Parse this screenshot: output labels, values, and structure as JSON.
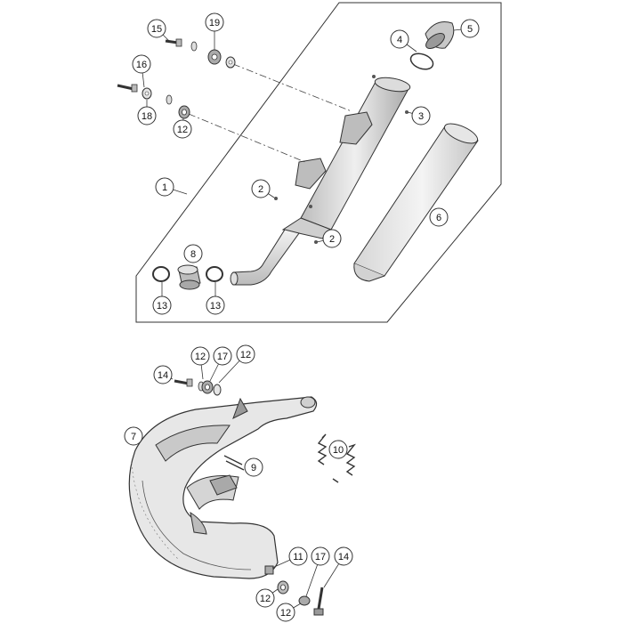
{
  "callouts": [
    {
      "id": "c1",
      "label": "1"
    },
    {
      "id": "c2a",
      "label": "2"
    },
    {
      "id": "c2b",
      "label": "2"
    },
    {
      "id": "c3",
      "label": "3"
    },
    {
      "id": "c4",
      "label": "4"
    },
    {
      "id": "c5",
      "label": "5"
    },
    {
      "id": "c6",
      "label": "6"
    },
    {
      "id": "c7",
      "label": "7"
    },
    {
      "id": "c8",
      "label": "8"
    },
    {
      "id": "c9",
      "label": "9"
    },
    {
      "id": "c10",
      "label": "10"
    },
    {
      "id": "c11",
      "label": "11"
    },
    {
      "id": "c12a",
      "label": "12"
    },
    {
      "id": "c12b",
      "label": "12"
    },
    {
      "id": "c12c",
      "label": "12"
    },
    {
      "id": "c12d",
      "label": "12"
    },
    {
      "id": "c12e",
      "label": "12"
    },
    {
      "id": "c13a",
      "label": "13"
    },
    {
      "id": "c13b",
      "label": "13"
    },
    {
      "id": "c14a",
      "label": "14"
    },
    {
      "id": "c14b",
      "label": "14"
    },
    {
      "id": "c15",
      "label": "15"
    },
    {
      "id": "c16",
      "label": "16"
    },
    {
      "id": "c17a",
      "label": "17"
    },
    {
      "id": "c17b",
      "label": "17"
    },
    {
      "id": "c18",
      "label": "18"
    },
    {
      "id": "c19",
      "label": "19"
    }
  ],
  "colors": {
    "line": "#333333",
    "shade": "#d9d9d9",
    "light": "#efefef",
    "dark": "#9a9a9a"
  }
}
